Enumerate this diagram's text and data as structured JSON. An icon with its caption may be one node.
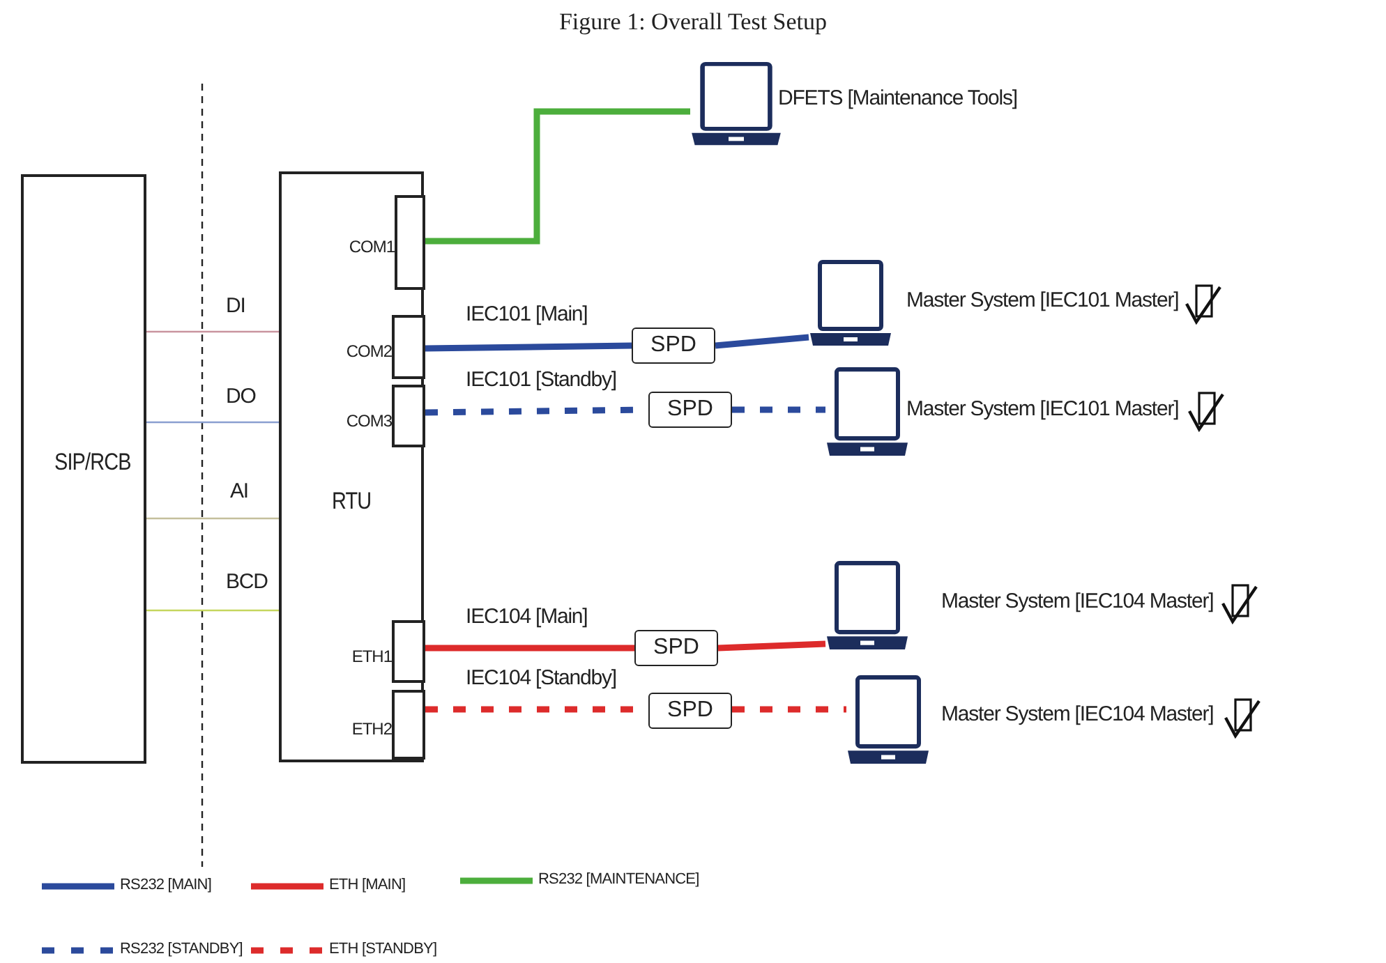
{
  "diagram": {
    "title": "Figure 1: Overall Test Setup",
    "nodes": [
      {
        "text": [
          "SIP/RCB"
        ]
      },
      {
        "text": [
          "RTU"
        ]
      },
      {
        "text": [
          "COM1"
        ],
        "in": 1
      },
      {
        "text": [
          "COM2"
        ],
        "in": 1
      },
      {
        "text": [
          "COM3"
        ],
        "in": 1
      },
      {
        "text": [
          "ETH1"
        ],
        "in": 1
      },
      {
        "text": [
          "ETH2"
        ],
        "in": 1
      },
      {
        "text": [],
        "shape": "laptop",
        "beside": [
          "DFETS [Maintenance Tools]"
        ]
      },
      {
        "text": [
          "SPD"
        ]
      },
      {
        "text": [],
        "shape": "laptop",
        "beside": [
          "Master System [IEC101 Master]"
        ]
      },
      {
        "text": [
          "SPD"
        ]
      },
      {
        "text": [],
        "shape": "laptop",
        "beside": [
          "Master System [IEC101 Master]"
        ]
      },
      {
        "text": [
          "SPD"
        ]
      },
      {
        "text": [],
        "shape": "laptop",
        "beside": [
          "Master System [IEC104 Master]"
        ]
      },
      {
        "text": [
          "SPD"
        ]
      },
      {
        "text": [],
        "shape": "laptop",
        "beside": [
          "Master System [IEC104 Master]"
        ]
      }
    ],
    "edges": [
      {
        "from": 0,
        "to": 1,
        "arrow": "none",
        "label": "DI",
        "color": "#c9949f"
      },
      {
        "from": 0,
        "to": 1,
        "arrow": "none",
        "label": "DO",
        "color": "#8a9fd0"
      },
      {
        "from": 0,
        "to": 1,
        "arrow": "none",
        "label": "AI",
        "color": "#c4bf9c"
      },
      {
        "from": 0,
        "to": 1,
        "arrow": "none",
        "label": "BCD",
        "color": "#c5d65e"
      },
      {
        "from": 2,
        "to": 7,
        "arrow": "none",
        "color": "#4cae3c"
      },
      {
        "from": 3,
        "to": 8,
        "arrow": "none",
        "label": "IEC101 [Main]",
        "color": "#2b4a9c"
      },
      {
        "from": 8,
        "to": 9,
        "arrow": "none",
        "color": "#2b4a9c"
      },
      {
        "from": 4,
        "to": 10,
        "arrow": "none",
        "label": "IEC101 [Standby]",
        "style": "dashed",
        "color": "#2b4a9c"
      },
      {
        "from": 10,
        "to": 11,
        "arrow": "none",
        "style": "dashed",
        "color": "#2b4a9c"
      },
      {
        "from": 5,
        "to": 12,
        "arrow": "none",
        "label": "IEC104 [Main]",
        "color": "#dd2b2b"
      },
      {
        "from": 12,
        "to": 13,
        "arrow": "none",
        "color": "#dd2b2b"
      },
      {
        "from": 6,
        "to": 14,
        "arrow": "none",
        "label": "IEC104 [Standby]",
        "style": "dashed",
        "color": "#dd2b2b"
      },
      {
        "from": 14,
        "to": 15,
        "arrow": "none",
        "style": "dashed",
        "color": "#dd2b2b"
      }
    ],
    "legend": [
      {
        "text": "RS232 [MAIN]",
        "color": "#2b4a9c"
      },
      {
        "text": "ETH [MAIN]",
        "color": "#dd2b2b"
      },
      {
        "text": "RS232 [MAINTENANCE]",
        "color": "#4cae3c"
      },
      {
        "text": "RS232 [STANDBY]",
        "color": "#2b4a9c"
      },
      {
        "text": "ETH [STANDBY]",
        "color": "#dd2b2b"
      }
    ]
  }
}
